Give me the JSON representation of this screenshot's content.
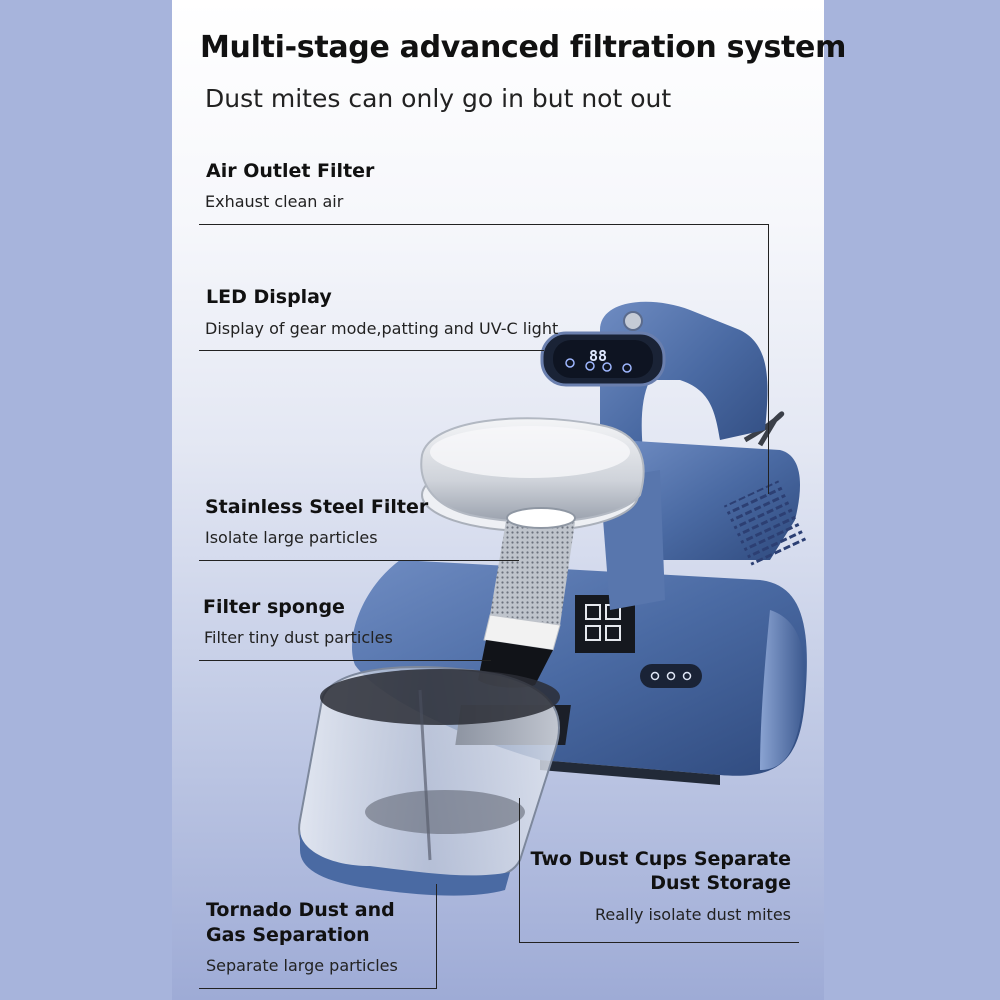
{
  "title": "Multi-stage advanced filtration system",
  "subtitle": "Dust mites can only go in but not out",
  "callouts": {
    "air_outlet": {
      "title": "Air Outlet Filter",
      "desc": "Exhaust clean air"
    },
    "led_display": {
      "title": "LED Display",
      "desc": "Display of gear mode,patting and UV-C light"
    },
    "steel_filter": {
      "title": "Stainless Steel Filter",
      "desc": "Isolate large particles"
    },
    "filter_sponge": {
      "title": "Filter sponge",
      "desc": "Filter tiny dust particles"
    },
    "tornado": {
      "title_line1": "Tornado Dust and",
      "title_line2": "Gas Separation",
      "desc": "Separate large particles"
    },
    "dust_cups": {
      "title_line1": "Two Dust Cups Separate",
      "title_line2": "Dust Storage",
      "desc": "Really isolate dust mites"
    }
  },
  "display_readout": "88",
  "colors": {
    "background": "#a7b4dc",
    "device_blue": "#4a6aa3",
    "text": "#111111"
  }
}
